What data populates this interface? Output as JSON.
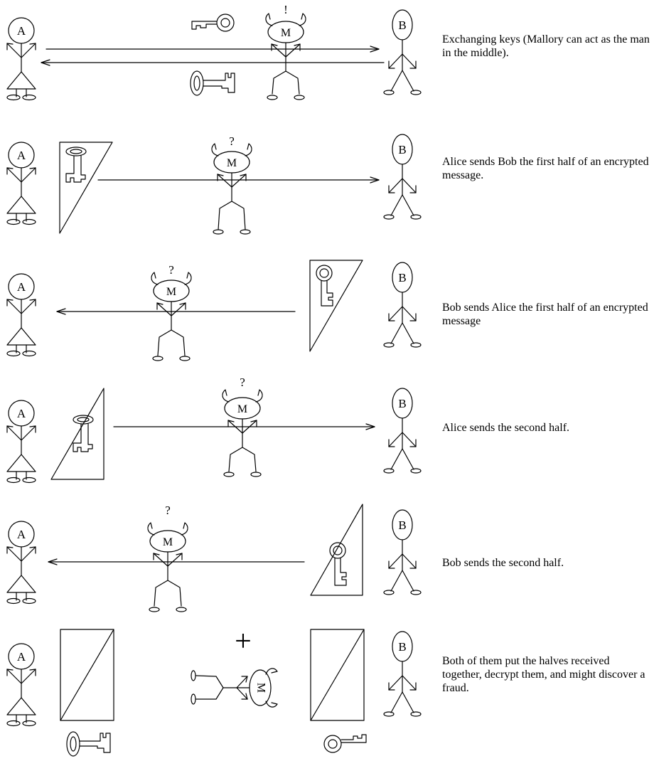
{
  "labels": {
    "alice": "A",
    "bob": "B",
    "mallory": "M"
  },
  "panels": [
    {
      "caption": "Exchanging keys (Mallory can act as the man in the middle).",
      "mallory_mark": "!"
    },
    {
      "caption": "Alice sends Bob the first half of an encrypted message.",
      "mallory_mark": "?"
    },
    {
      "caption": "Bob sends Alice the first half of an encrypted message",
      "mallory_mark": "?"
    },
    {
      "caption": "Alice sends the second half.",
      "mallory_mark": "?"
    },
    {
      "caption": "Bob sends the second half.",
      "mallory_mark": "?"
    },
    {
      "caption": "Both of them put the halves received together, decrypt them, and might discover a fraud.",
      "mallory_mark": "+"
    }
  ]
}
